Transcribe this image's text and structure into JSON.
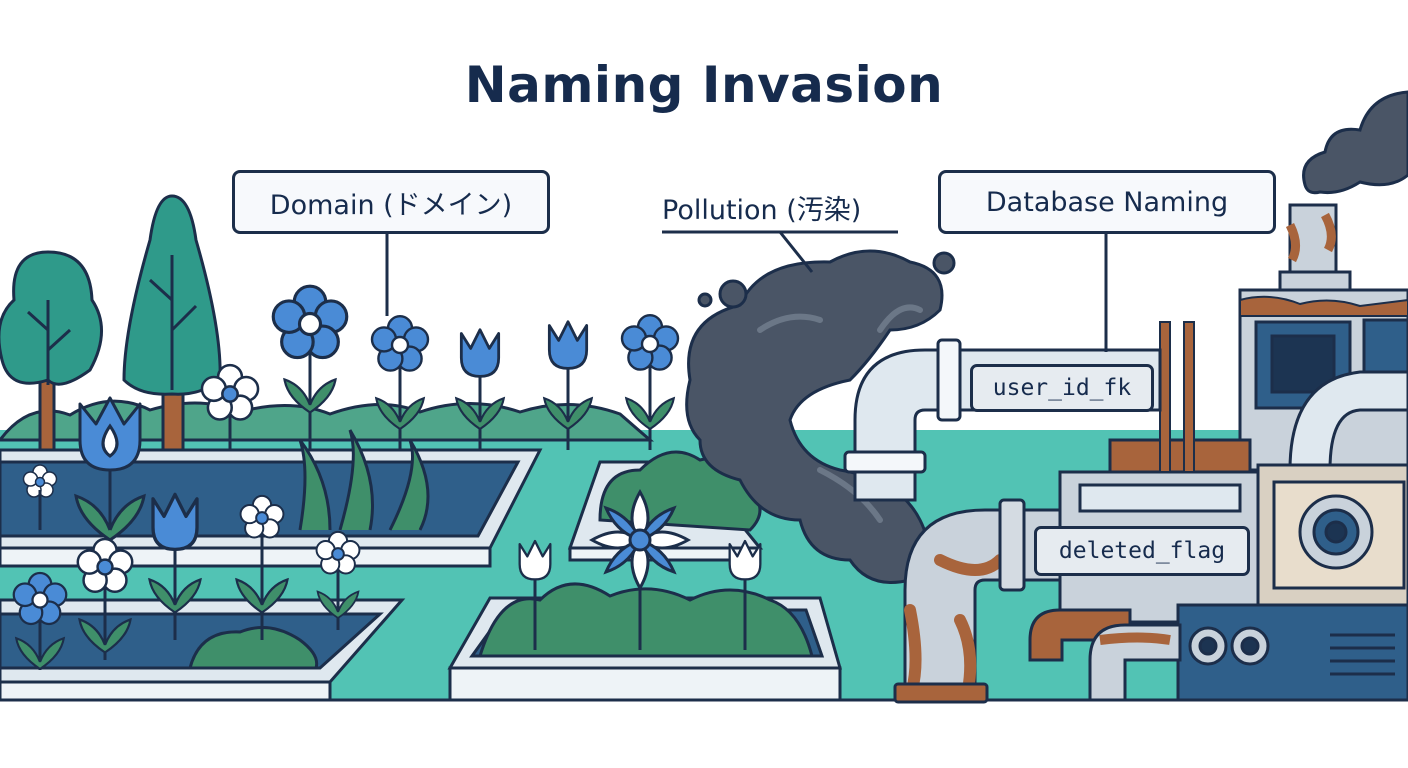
{
  "title": "Naming Invasion",
  "labels": {
    "domain": "Domain (ドメイン)",
    "pollution": "Pollution (汚染)",
    "database_naming": "Database Naming"
  },
  "pipe_tags": {
    "top": "user_id_fk",
    "bottom": "deleted_flag"
  },
  "colors": {
    "ink": "#1c2e4a",
    "garden_teal": "#4dbfb0",
    "foliage_green": "#3f8f6a",
    "flower_blue": "#3f7fc9",
    "smoke_gray": "#4f5b6b",
    "rust": "#a8643c",
    "metal": "#c9d2db"
  }
}
